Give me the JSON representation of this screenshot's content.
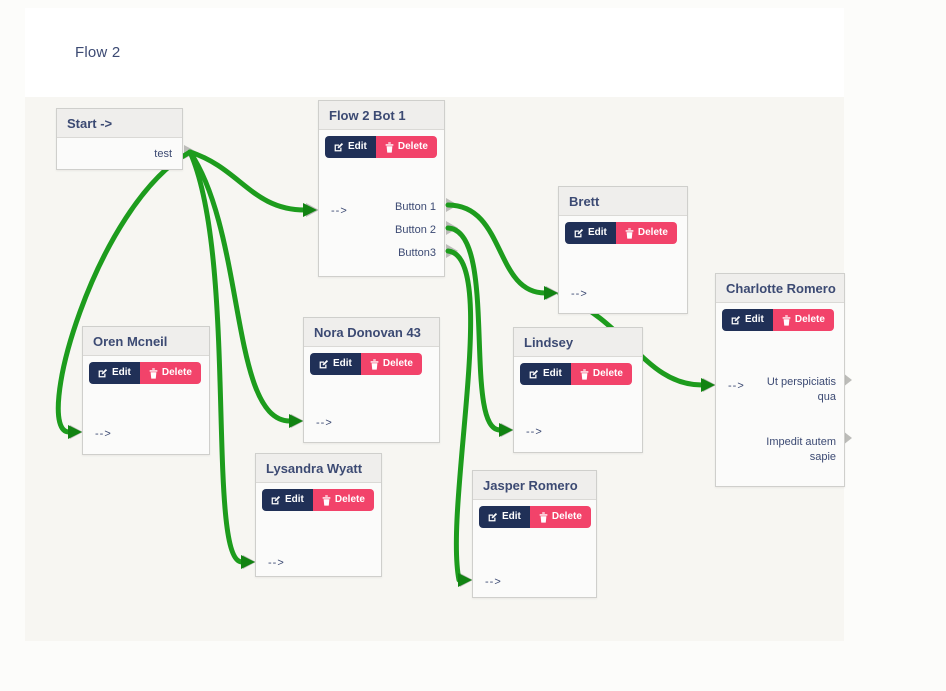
{
  "page": {
    "title": "Flow 2"
  },
  "colors": {
    "edge_green": "#1d9c1d",
    "arrow_green": "#128312",
    "edit_button": "#203057",
    "delete_button": "#f2436a",
    "node_text": "#3c4a73",
    "canvas_bg": "#f7f6f2"
  },
  "buttons": {
    "edit_label": "Edit",
    "delete_label": "Delete"
  },
  "nodes": [
    {
      "id": "start",
      "title": "Start ->",
      "outputs": [
        "test"
      ]
    },
    {
      "id": "flow2bot1",
      "title": "Flow 2 Bot 1",
      "input": "-->",
      "outputs": [
        "Button 1",
        "Button 2",
        "Button3"
      ]
    },
    {
      "id": "brett",
      "title": "Brett",
      "input": "-->"
    },
    {
      "id": "charlotte",
      "title": "Charlotte Romero",
      "input": "-->",
      "outputs": [
        "Ut perspiciatis qua",
        "Impedit autem sapie"
      ]
    },
    {
      "id": "oren",
      "title": "Oren Mcneil",
      "input": "-->"
    },
    {
      "id": "nora",
      "title": "Nora Donovan 43",
      "input": "-->"
    },
    {
      "id": "lindsey",
      "title": "Lindsey",
      "input": "-->"
    },
    {
      "id": "lysandra",
      "title": "Lysandra Wyatt",
      "input": "-->"
    },
    {
      "id": "jasper",
      "title": "Jasper Romero",
      "input": "-->"
    }
  ],
  "edges": [
    {
      "from": "start.test",
      "to": "flow2bot1.input"
    },
    {
      "from": "start.test",
      "to": "oren.input"
    },
    {
      "from": "start.test",
      "to": "nora.input"
    },
    {
      "from": "start.test",
      "to": "lysandra.input"
    },
    {
      "from": "flow2bot1.Button 1",
      "to": "brett.input"
    },
    {
      "from": "flow2bot1.Button 2",
      "to": "lindsey.input"
    },
    {
      "from": "flow2bot1.Button3",
      "to": "jasper.input"
    },
    {
      "from": "brett.input",
      "to": "charlotte.input"
    }
  ]
}
